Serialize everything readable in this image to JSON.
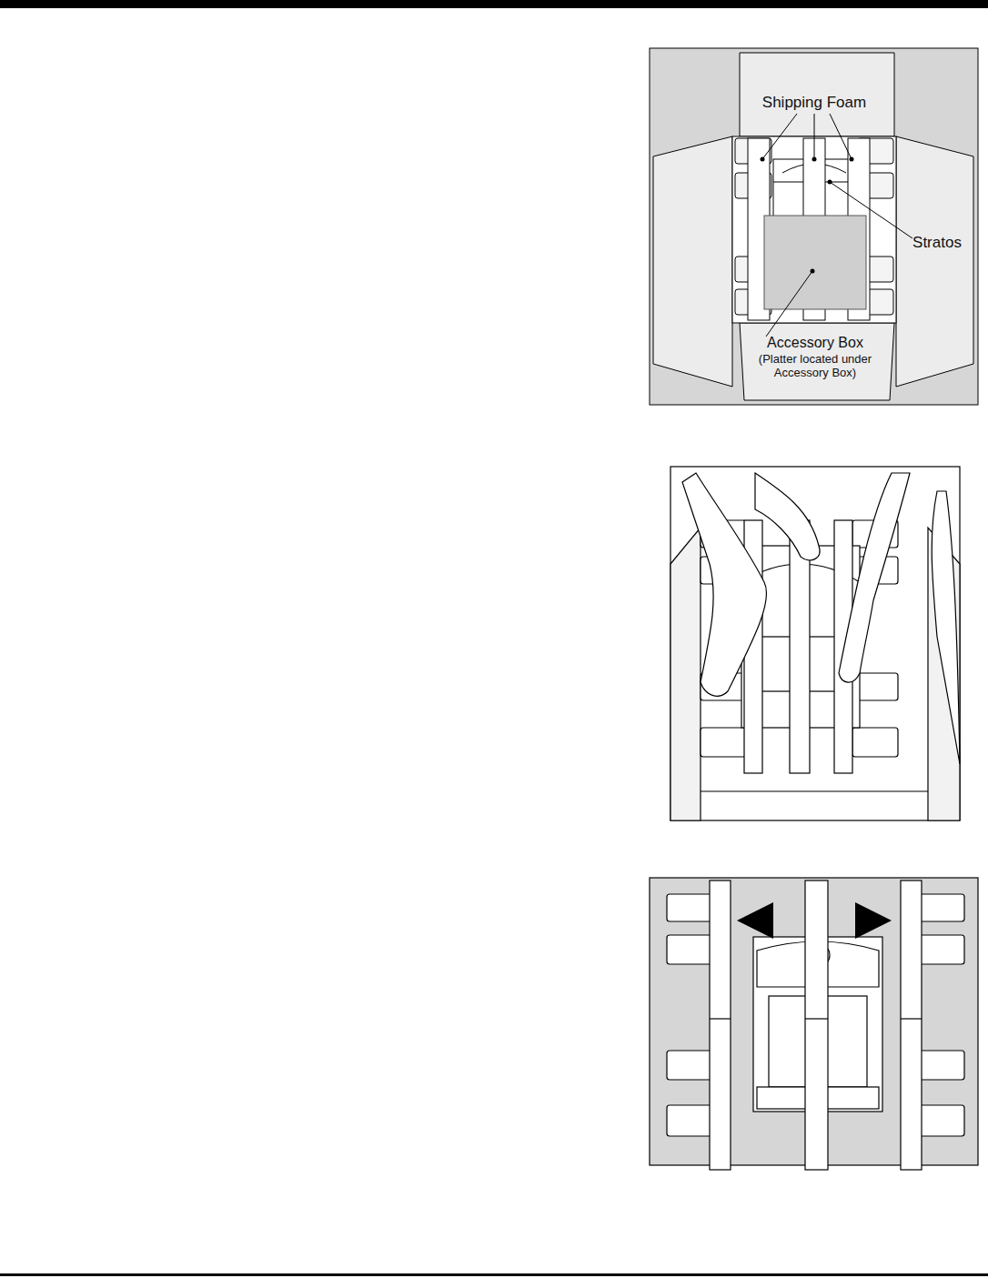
{
  "diagram": {
    "labels": [
      "Shipping Foam",
      "Stratos",
      "Accessory Box",
      "(Platter located under Accessory Box)"
    ]
  }
}
